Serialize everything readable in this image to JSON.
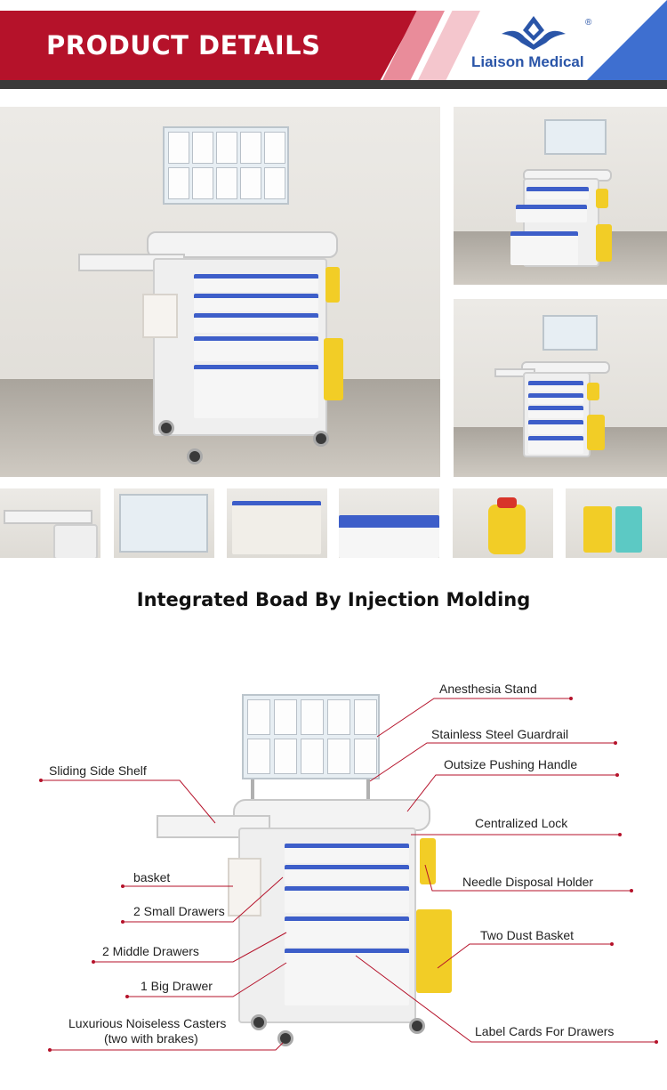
{
  "header": {
    "title": "PRODUCT DETAILS",
    "brand": "Liaison Medical",
    "registered_mark": "®",
    "colors": {
      "red": "#b5122a",
      "blue": "#3e6fd0",
      "dark_bar": "#3a3a3a"
    }
  },
  "section": {
    "title": "Integrated Boad By Injection Molding"
  },
  "callouts": {
    "anesthesia_stand": "Anesthesia Stand",
    "stainless_steel_guardrail": "Stainless Steel Guardrail",
    "outsize_pushing_handle": "Outsize Pushing Handle",
    "sliding_side_shelf": "Sliding Side Shelf",
    "centralized_lock": "Centralized Lock",
    "basket": "basket",
    "needle_disposal_holder": "Needle Disposal Holder",
    "small_drawers": "2 Small Drawers",
    "two_dust_basket": "Two Dust Basket",
    "middle_drawers": "2 Middle Drawers",
    "big_drawer": "1 Big Drawer",
    "casters_line1": "Luxurious Noiseless Casters",
    "casters_line2": "(two with brakes)",
    "label_cards": "Label Cards For Drawers"
  },
  "photos": {
    "main_alt": "cart-photo-main",
    "thumbnails": [
      "side-shelf",
      "anesthesia-rack",
      "drawer-dividers",
      "drawer-label",
      "needle-holder",
      "dust-baskets"
    ]
  }
}
